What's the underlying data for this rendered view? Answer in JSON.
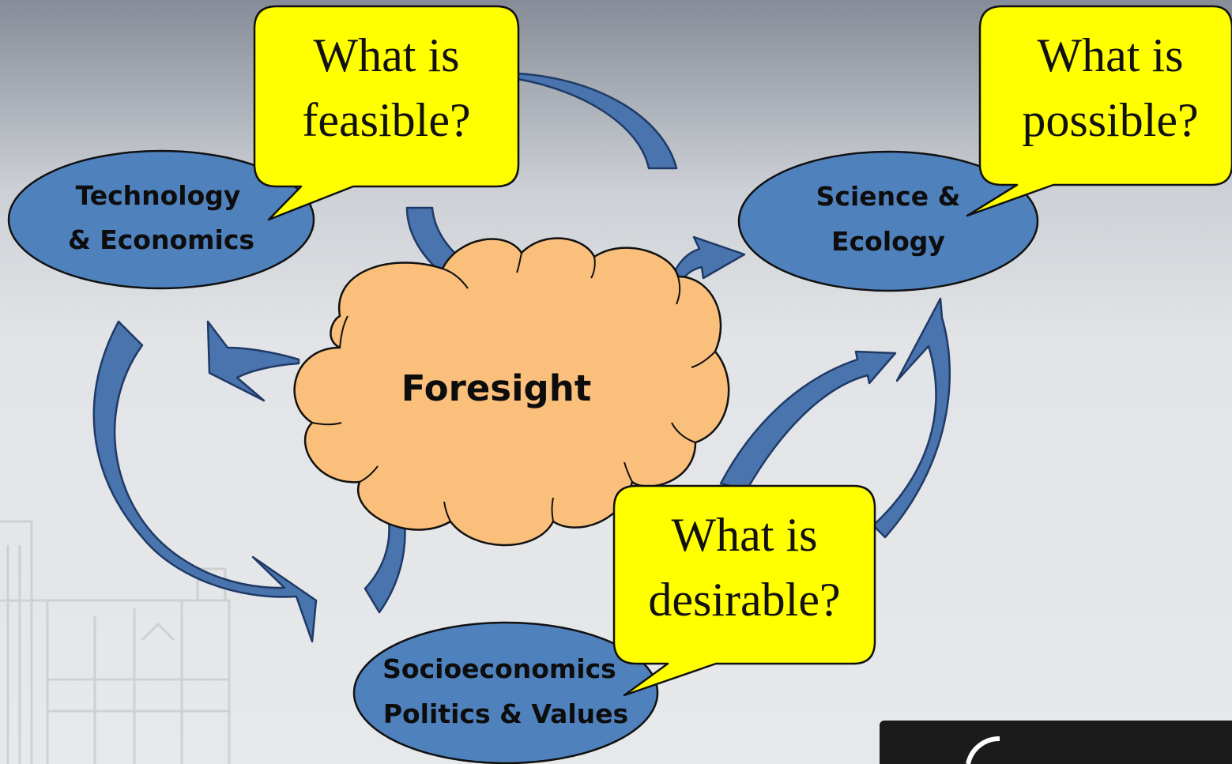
{
  "diagram": {
    "center": {
      "label": "Foresight"
    },
    "nodes": [
      {
        "id": "technology-economics",
        "lines": [
          "Technology",
          "& Economics"
        ]
      },
      {
        "id": "science-ecology",
        "lines": [
          "Science &",
          "Ecology"
        ]
      },
      {
        "id": "socioeconomics-politics-values",
        "lines": [
          "Socioeconomics",
          "Politics & Values"
        ]
      }
    ],
    "callouts": [
      {
        "id": "feasible",
        "lines": [
          "What is",
          "feasible?"
        ]
      },
      {
        "id": "possible",
        "lines": [
          "What is",
          "possible?"
        ]
      },
      {
        "id": "desirable",
        "lines": [
          "What is",
          "desirable?"
        ]
      }
    ]
  },
  "colors": {
    "background_top": "#868c98",
    "background_bottom": "#e4e7ea",
    "ellipse_fill": "#4f81bd",
    "arrow_fill": "#4a74ad",
    "cloud_fill": "#fbbf7c",
    "callout_fill": "#ffff00",
    "logo_panel": "#1b1b1b"
  }
}
